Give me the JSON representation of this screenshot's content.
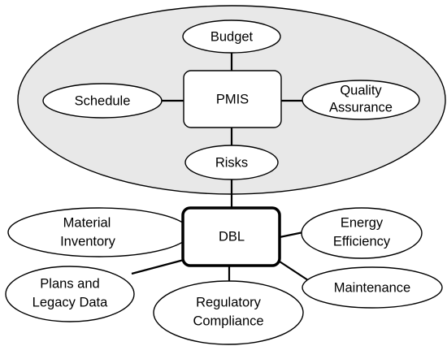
{
  "diagram": {
    "pmis_group": {
      "center": "PMIS",
      "nodes": {
        "budget": "Budget",
        "schedule": "Schedule",
        "quality_line1": "Quality",
        "quality_line2": "Assurance",
        "risks": "Risks"
      }
    },
    "dbl_group": {
      "center": "DBL",
      "nodes": {
        "material_line1": "Material",
        "material_line2": "Inventory",
        "energy_line1": "Energy",
        "energy_line2": "Efficiency",
        "plans_line1": "Plans and",
        "plans_line2": "Legacy Data",
        "maintenance": "Maintenance",
        "regulatory_line1": "Regulatory",
        "regulatory_line2": "Compliance"
      }
    },
    "colors": {
      "group_fill": "#e8e8e8",
      "node_fill": "#ffffff",
      "stroke": "#000000"
    }
  }
}
